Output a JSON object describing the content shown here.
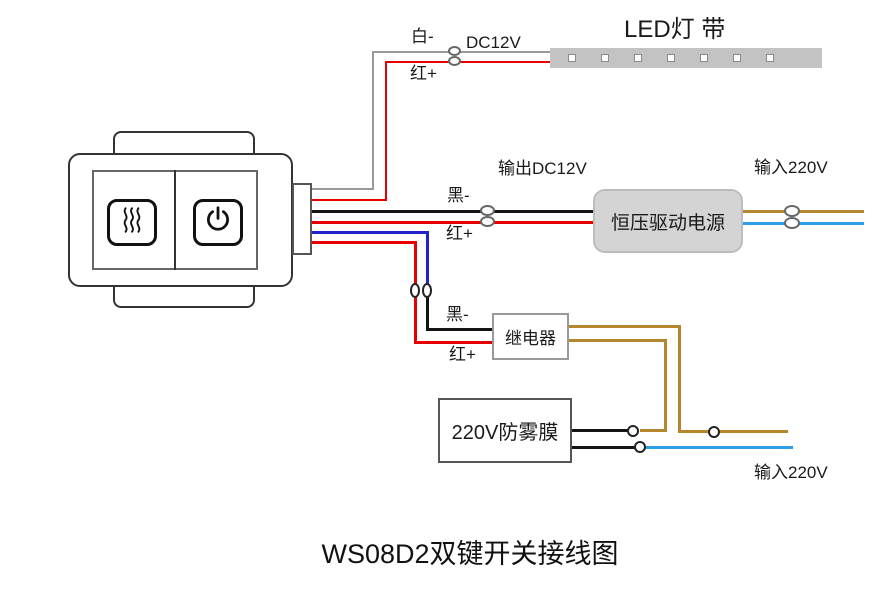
{
  "diagram": {
    "caption": "WS08D2双键开关接线图",
    "led": {
      "title": "LED灯 带",
      "wire_white_label": "白-",
      "voltage_label": "DC12V",
      "wire_red_label": "红+"
    },
    "driver": {
      "name": "恒压驱动电源",
      "output_label": "输出DC12V",
      "wire_black_label": "黑-",
      "wire_red_label": "红+",
      "input_label": "输入220V"
    },
    "relay": {
      "name": "继电器",
      "wire_black_label": "黑-",
      "wire_red_label": "红+"
    },
    "antifog": {
      "name": "220V防雾膜",
      "input_label": "输入220V"
    },
    "colors": {
      "wire_white": "#9a9a9a",
      "wire_red": "#e60000",
      "wire_black": "#141414",
      "wire_blue": "#2222cc",
      "wire_brown": "#b5862b",
      "wire_light_blue": "#2d9ee8",
      "led_strip_gray": "#c3c3c3",
      "driver_box_gray": "#d4d4d4"
    }
  }
}
